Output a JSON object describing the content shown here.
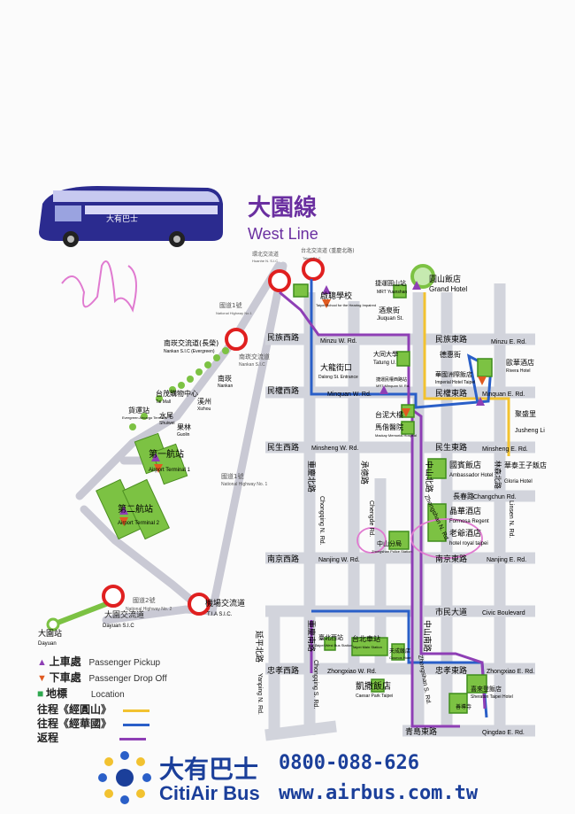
{
  "title": {
    "cn": "大園線",
    "en": "West Line"
  },
  "legend": {
    "pickup": {
      "cn": "上車處",
      "en": "Passenger Pickup"
    },
    "dropoff": {
      "cn": "下車處",
      "en": "Passenger Drop Off"
    },
    "landmark": {
      "cn": "地標",
      "en": "Location"
    },
    "route_yuanshan": "往程《經圓山》",
    "route_huaguo": "往程《經華國》",
    "route_return": "返程",
    "colors": {
      "yuanshan": "#f2c230",
      "huaguo": "#2a5fc8",
      "return": "#8e3fb5"
    }
  },
  "brand": {
    "cn": "大有巴士",
    "en": "CitiAir Bus",
    "phone": "0800-088-626",
    "url": "www.airbus.com.tw"
  },
  "stations": {
    "dayuan": {
      "cn": "大園站",
      "en": "Dayuan"
    },
    "dayuan_sic": {
      "cn": "大園交流道",
      "en": "Dayuan S.I.C"
    },
    "national2": {
      "cn": "國道2號",
      "en": "National Highway No. 2"
    },
    "tia_sic": {
      "cn": "機場交流道",
      "en": "T.I.A S.I.C."
    },
    "terminal1": {
      "cn": "第一航站",
      "en": "Airport Terminal 1"
    },
    "terminal2": {
      "cn": "第二航站",
      "en": "Airport Terminal 2"
    },
    "national1": {
      "cn": "國道1號",
      "en": "National Highway No. 1"
    },
    "nankan_sic": {
      "cn": "南崁交流道(長榮)",
      "en": "Nankan S.I.C (Evergreen)"
    },
    "nankan_sic2": {
      "en": "Nankan S.I.C"
    },
    "tai_mall": {
      "cn": "台茂購物中心",
      "en": "Tai Mall"
    },
    "shuiwei": {
      "cn": "水尾",
      "en": "Shuiwei"
    },
    "xizhou": {
      "cn": "溪州",
      "en": "Xizhou"
    },
    "guolin": {
      "cn": "果林",
      "en": "Guolin"
    },
    "nankan": {
      "cn": "南崁",
      "en": "Nankan"
    },
    "evergreen": {
      "cn": "貨運站",
      "en": "Evergreen Aircargo Terminal"
    },
    "national1b": {
      "cn": "國道1號",
      "en": "National Highway No.1"
    },
    "national1c": {
      "cn": "國道1號",
      "en": "National Highway No. 1"
    },
    "huanbei_sic": {
      "cn": "環北交流道",
      "en": "Huanhe N. S.I.C"
    },
    "taipei_sic": {
      "cn": "台北交流道 (重慶北路)",
      "en": "Taipei S.I.C"
    }
  },
  "city": {
    "grand_hotel": {
      "cn": "圓山飯店",
      "en": "Grand Hotel"
    },
    "mrt_yuanshan": {
      "cn": "捷運圓山站",
      "en": "MRT Yuanshan"
    },
    "school_blind": {
      "cn": "啟聰學校",
      "en": "Taipei School for the Hearing Impaired"
    },
    "jiuquan": {
      "cn": "酒泉街",
      "en": "Jiuquan St."
    },
    "minzu_w": {
      "cn": "民族西路",
      "en": "Minzu W. Rd."
    },
    "minzu_e": {
      "cn": "民族東路",
      "en": "Minzu E. Rd."
    },
    "datong_u": {
      "cn": "大同大學",
      "en": "Tatung U."
    },
    "dalong": {
      "cn": "大龍街口",
      "en": "Dalong St. Entrance"
    },
    "dehui": {
      "cn": "德惠街"
    },
    "imperial": {
      "cn": "華國洲際飯店",
      "en": "Imperial Hotel Taipei"
    },
    "rivera": {
      "cn": "歐華酒店",
      "en": "Rivera Hotel"
    },
    "minquan_w": {
      "cn": "民權西路",
      "en": "Minquan W. Rd."
    },
    "minquan_e": {
      "cn": "民權東路",
      "en": "Minquan E. Rd."
    },
    "mrt_minquan": {
      "cn": "捷運民權西路站",
      "en": "MRT Minquan W. Rd."
    },
    "tatung_building": {
      "cn": "台泥大樓"
    },
    "mackay": {
      "cn": "馬偕醫院",
      "en": "Mackay Memorial Hospital"
    },
    "jusheng": {
      "cn": "聚盛里",
      "en": "Jusheng Li"
    },
    "minsheng_w": {
      "cn": "民生西路",
      "en": "Minsheng W. Rd."
    },
    "minsheng_e": {
      "cn": "民生東路",
      "en": "Minsheng E. Rd."
    },
    "ambassador": {
      "cn": "國賓飯店",
      "en": "Ambassador Hotel"
    },
    "gloria": {
      "cn": "華泰王子飯店",
      "en": "Gloria Hotel"
    },
    "changchun": {
      "cn": "長春路",
      "en": "Changchun Rd."
    },
    "chongqing_n": {
      "cn": "重慶北路",
      "en": "Chongqing N. Rd."
    },
    "chengde": {
      "cn": "承德路",
      "en": "Chengde Rd."
    },
    "zhongshan_n": {
      "cn": "中山北路",
      "en": "Zhongshan N. Rd."
    },
    "linsen_n": {
      "cn": "林森北路",
      "en": "Linsen N. Rd."
    },
    "formosa": {
      "cn": "晶華酒店",
      "en": "Formosa Regent"
    },
    "royal": {
      "cn": "老爺酒店",
      "en": "hotel royal taipei"
    },
    "police": {
      "cn": "中山分局",
      "en": "Zhongshan Police Station"
    },
    "nanjing_w": {
      "cn": "南京西路",
      "en": "Nanjing W. Rd."
    },
    "nanjing_e": {
      "cn": "南京東路",
      "en": "Nanjing E. Rd."
    },
    "civic": {
      "cn": "市民大道",
      "en": "Civic Boulevard"
    },
    "yanping_n": {
      "cn": "延平北路",
      "en": "Yanping N. Rd."
    },
    "chongqing_s": {
      "cn": "重慶南路",
      "en": "Chongqing S. Rd."
    },
    "zhongshan_s": {
      "cn": "中山南路",
      "en": "Zhongshan S. Rd."
    },
    "taipei_main": {
      "cn": "台北車站",
      "en": "Taipei Main Station"
    },
    "taipei_west": {
      "cn": "臺北西站",
      "en": "Taipei West Bus Station"
    },
    "tiancheng": {
      "cn": "天成飯店",
      "en": "Cosmos Hotel"
    },
    "zhongxiao_w": {
      "cn": "忠孝西路",
      "en": "Zhongxiao W. Rd."
    },
    "zhongxiao_e": {
      "cn": "忠孝東路",
      "en": "Zhongxiao E. Rd."
    },
    "sheraton": {
      "cn": "喜來登飯店",
      "en": "Sheraton Taipei Hotel"
    },
    "caesar": {
      "cn": "凱撒飯店",
      "en": "Caesar Park Taipei"
    },
    "qingdao": {
      "cn": "青島東路",
      "en": "Qingdao E. Rd."
    },
    "shandao": {
      "cn": "善導寺"
    }
  }
}
